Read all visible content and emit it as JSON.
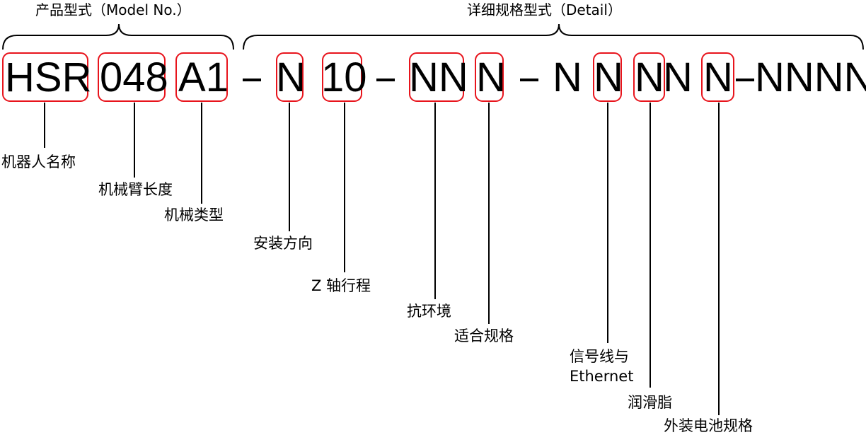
{
  "header": {
    "model_group": "产品型式（Model No.）",
    "detail_group": "详细规格型式（Detail）"
  },
  "code": {
    "seg_hsr": "HSR",
    "seg_048": "048",
    "seg_a1": "A1",
    "seg_n1": "N",
    "seg_10": "10",
    "seg_nn": "NN",
    "seg_n2": "N",
    "seg_n3": "N",
    "seg_n4": "N",
    "seg_n5": "N",
    "seg_n6": "N",
    "seg_n7": "N",
    "seg_nnnn": "NNNN"
  },
  "labels": {
    "robot_name": "机器人名称",
    "arm_length": "机械臂长度",
    "arm_type": "机械类型",
    "mount_direction": "安装方向",
    "z_stroke": "Z 轴行程",
    "environment": "抗环境",
    "compliance": "适合规格",
    "signal_line": "信号线与",
    "signal_line_2": "Ethernet",
    "grease": "润滑脂",
    "battery": "外装电池规格"
  },
  "colors": {
    "highlight_box": "#e8141c",
    "text": "#000000"
  }
}
